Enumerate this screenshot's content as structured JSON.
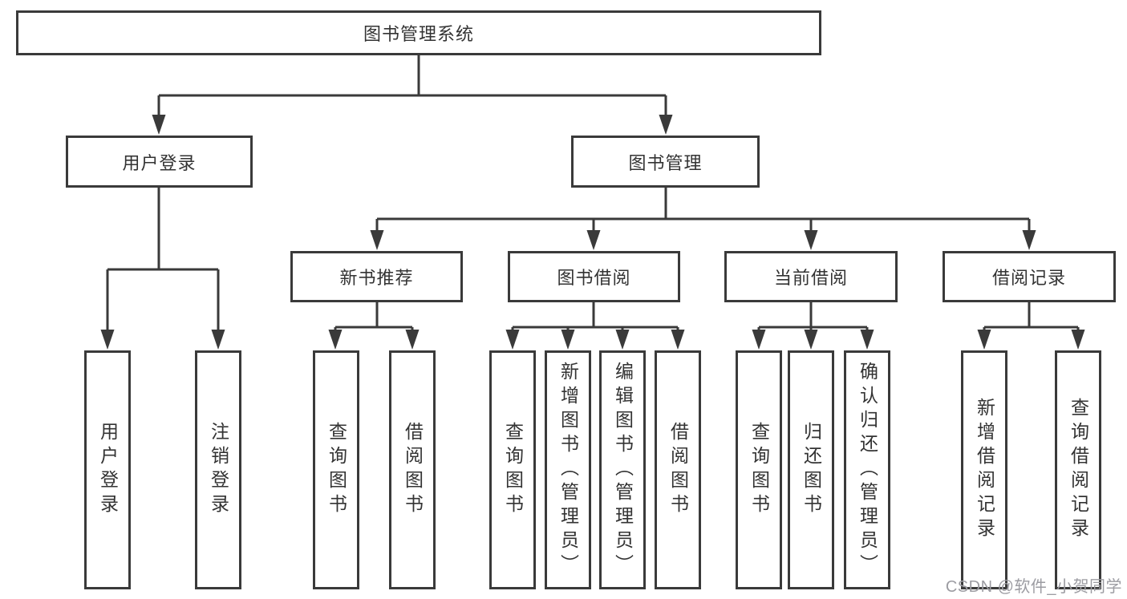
{
  "diagram_title": "图书管理系统",
  "nodes": {
    "root": "图书管理系统",
    "user_login": "用户登录",
    "book_mgmt": "图书管理",
    "new_book_rec": "新书推荐",
    "book_borrow": "图书借阅",
    "current_borrow": "当前借阅",
    "borrow_record": "借阅记录",
    "login_children": [
      "用户登录",
      "注销登录"
    ],
    "rec_children": [
      "查询图书",
      "借阅图书"
    ],
    "borrow_children": [
      "查询图书",
      "新增图书（管理员）",
      "编辑图书（管理员）",
      "借阅图书"
    ],
    "current_children": [
      "查询图书",
      "归还图书",
      "确认归还（管理员）"
    ],
    "record_children": [
      "新增借阅记录",
      "查询借阅记录"
    ]
  },
  "watermark": "CSDN @软件_小贺同学",
  "colors": {
    "line": "#3a3a3a",
    "text": "#333333",
    "watermark": "#9c9ca2",
    "background": "#ffffff"
  }
}
